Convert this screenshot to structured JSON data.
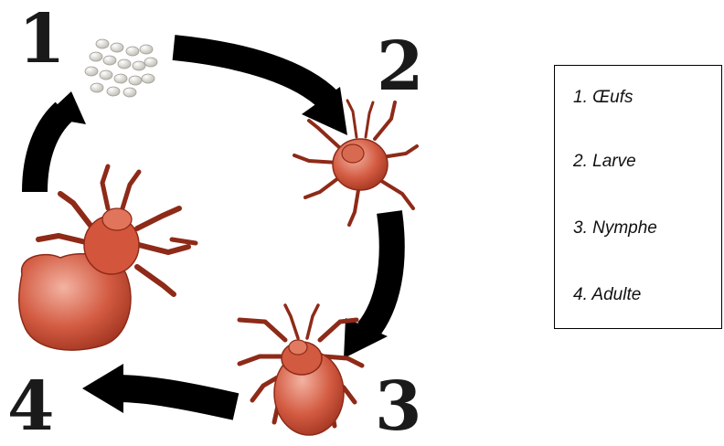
{
  "stages": [
    {
      "number": "1",
      "name": "Œufs"
    },
    {
      "number": "2",
      "name": "Larve"
    },
    {
      "number": "3",
      "name": "Nymphe"
    },
    {
      "number": "4",
      "name": "Adulte"
    }
  ],
  "legend": {
    "items": [
      "1. Œufs",
      "2. Larve",
      "3. Nymphe",
      "4. Adulte"
    ]
  },
  "colors": {
    "arrow": "#000000",
    "mite_body": "#c8452c",
    "mite_dark": "#8e2a18",
    "egg": "#dcdad2"
  }
}
